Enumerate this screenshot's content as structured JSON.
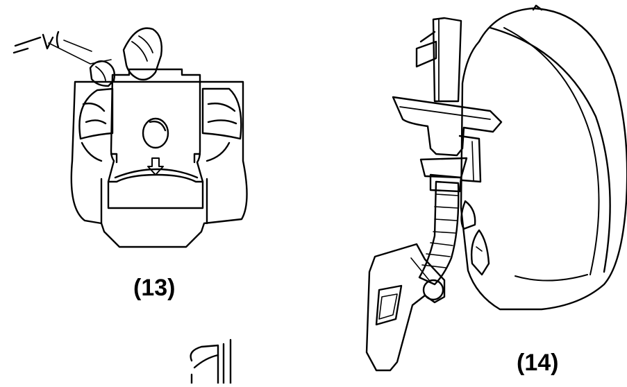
{
  "figures": [
    {
      "id": "13",
      "label": "(13)"
    },
    {
      "id": "14",
      "label": "(14)"
    }
  ],
  "colors": {
    "line": "#000000",
    "background": "#ffffff"
  }
}
